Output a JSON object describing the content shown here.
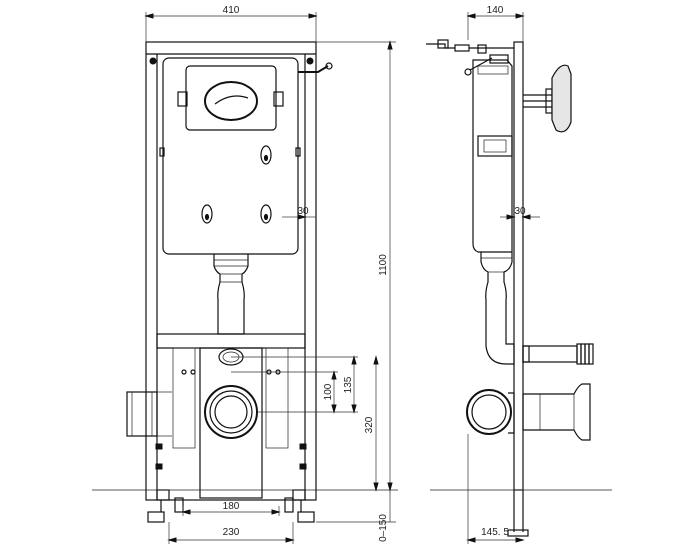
{
  "dimensions": {
    "front_width": "410",
    "side_depth": "140",
    "total_height": "1100",
    "side_offset_upper": "30",
    "side_offset_lower": "30",
    "flange_spacing_180": "180",
    "base_width_230": "230",
    "outlet_height_320": "320",
    "inlet_height_135": "135",
    "inlet_offset_100": "100",
    "leg_adjust": "0–150",
    "side_base_depth": "145. 5"
  }
}
